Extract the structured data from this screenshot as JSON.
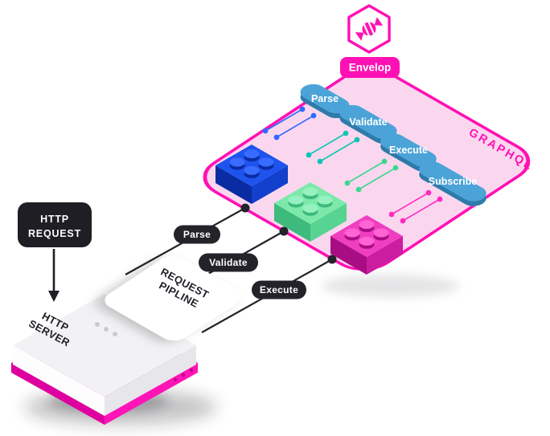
{
  "colors": {
    "accent_magenta": "#FF10B4",
    "plane_fill": "#FBD7EF",
    "chip_blue": "#4CA3D8",
    "chip_blue_dark": "#2E7BAA",
    "dark": "#23232A",
    "brick_blue": "#1E53EE",
    "brick_green": "#7CE9AA",
    "brick_pink": "#EF3FC0",
    "link_blue": "#2F6BFF",
    "link_teal": "#12C4B2",
    "link_green": "#3ED68E",
    "link_magenta": "#FF2BC0"
  },
  "logo": {
    "icon": "candy-icon",
    "badge": "Envelop"
  },
  "envelop_plane": {
    "label": "GRAPHQL",
    "chips": [
      {
        "label": "Parse"
      },
      {
        "label": "Validate"
      },
      {
        "label": "Execute"
      },
      {
        "label": "Subscribe"
      }
    ],
    "bricks": [
      "plugin-brick-blue",
      "plugin-brick-green",
      "plugin-brick-pink"
    ]
  },
  "pipeline": {
    "stages": [
      "Parse",
      "Validate",
      "Execute"
    ],
    "plane_label_line1": "REQUEST",
    "plane_label_line2": "PIPLINE"
  },
  "http_request": {
    "line1": "HTTP",
    "line2": "REQUEST"
  },
  "http_server": {
    "line1": "HTTP",
    "line2": "SERVER"
  }
}
